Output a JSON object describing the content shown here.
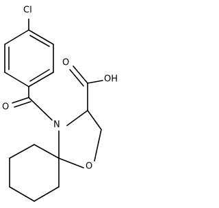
{
  "molecule": {
    "atoms": {
      "cl": "Cl",
      "o_carbonyl": "O",
      "n_ring": "N",
      "o_ring": "O",
      "oh": "OH",
      "o_acid": "O"
    },
    "colors": {
      "bond": "#000000",
      "background": "#ffffff"
    }
  }
}
